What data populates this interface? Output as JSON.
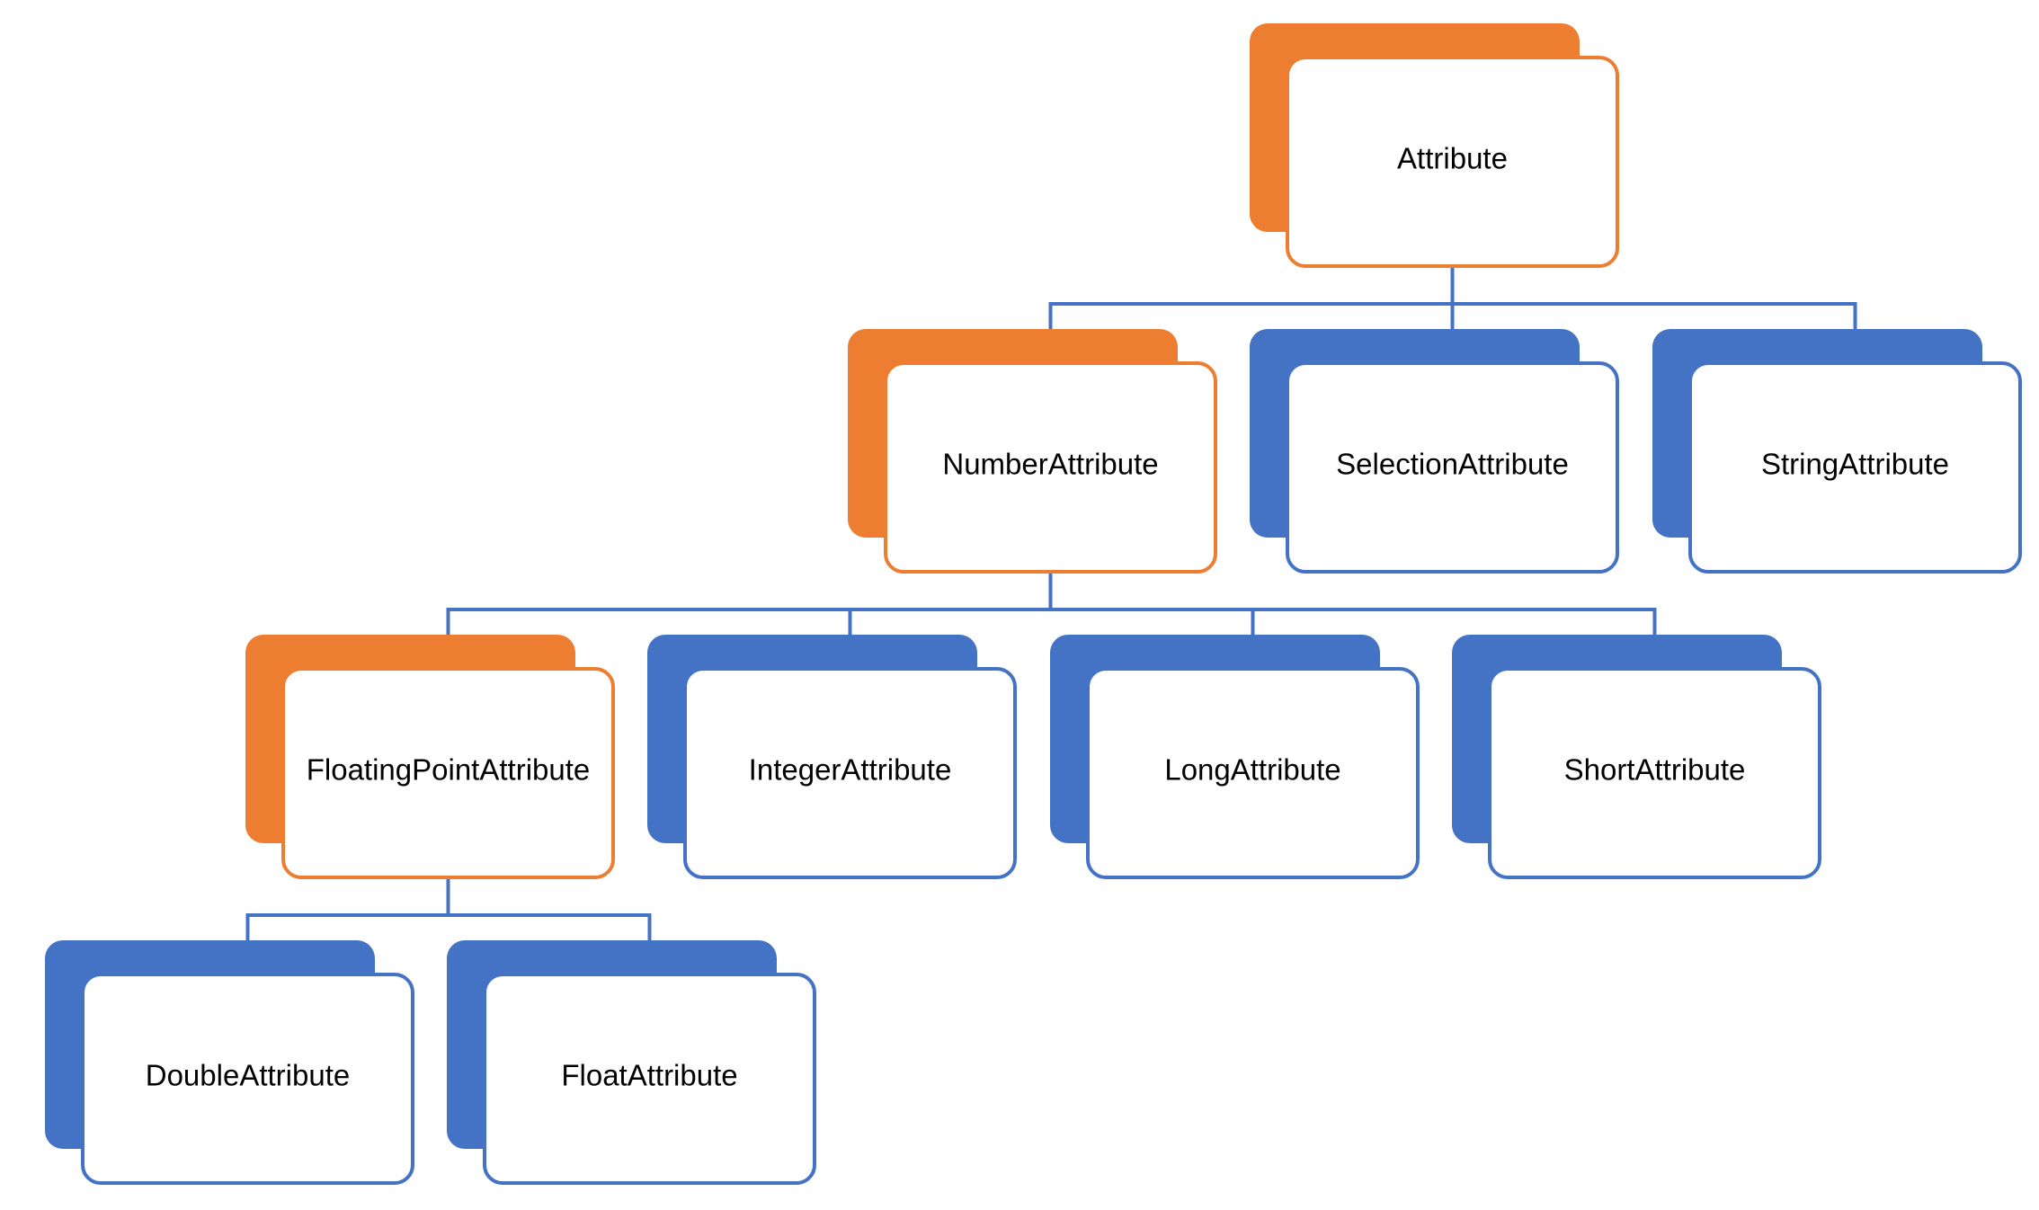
{
  "colors": {
    "orange": "#ED7D31",
    "blue": "#4472C4",
    "connector": "#4472C4",
    "background": "#FFFFFF",
    "text": "#000000"
  },
  "nodes": [
    {
      "id": "attribute",
      "label": "Attribute",
      "color": "orange",
      "parent": null
    },
    {
      "id": "number-attribute",
      "label": "NumberAttribute",
      "color": "orange",
      "parent": "attribute"
    },
    {
      "id": "selection-attribute",
      "label": "SelectionAttribute",
      "color": "blue",
      "parent": "attribute"
    },
    {
      "id": "string-attribute",
      "label": "StringAttribute",
      "color": "blue",
      "parent": "attribute"
    },
    {
      "id": "floating-point-attribute",
      "label": "FloatingPointAttribute",
      "color": "orange",
      "parent": "number-attribute"
    },
    {
      "id": "integer-attribute",
      "label": "IntegerAttribute",
      "color": "blue",
      "parent": "number-attribute"
    },
    {
      "id": "long-attribute",
      "label": "LongAttribute",
      "color": "blue",
      "parent": "number-attribute"
    },
    {
      "id": "short-attribute",
      "label": "ShortAttribute",
      "color": "blue",
      "parent": "number-attribute"
    },
    {
      "id": "double-attribute",
      "label": "DoubleAttribute",
      "color": "blue",
      "parent": "floating-point-attribute"
    },
    {
      "id": "float-attribute",
      "label": "FloatAttribute",
      "color": "blue",
      "parent": "floating-point-attribute"
    }
  ]
}
